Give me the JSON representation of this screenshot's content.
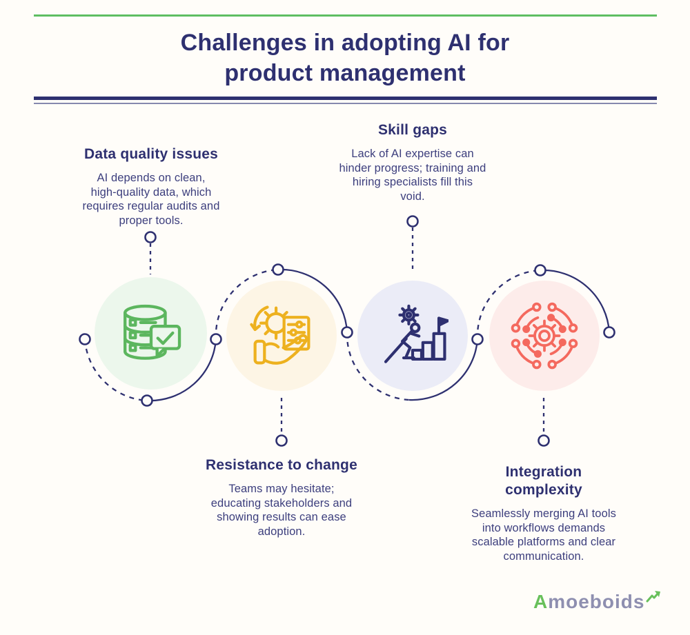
{
  "header": {
    "title_line1": "Challenges in adopting AI for",
    "title_line2": "product management"
  },
  "items": [
    {
      "id": "data-quality-issues",
      "heading_lines": [
        "Data quality issues"
      ],
      "body_lines": [
        "AI depends on clean,",
        "high-quality data, which",
        "requires regular audits and",
        "proper tools."
      ],
      "icon": "database-check-icon",
      "icon_color": "#5cb65e",
      "circle_bg": "#ecf7ec"
    },
    {
      "id": "resistance-to-change",
      "heading_lines": [
        "Resistance to change"
      ],
      "body_lines": [
        "Teams may hesitate;",
        "educating stakeholders and",
        "showing results can ease",
        "adoption."
      ],
      "icon": "hand-gear-sliders-icon",
      "icon_color": "#edb11f",
      "circle_bg": "#fdf5e5"
    },
    {
      "id": "skill-gaps",
      "heading_lines": [
        "Skill gaps"
      ],
      "body_lines": [
        "Lack of AI expertise can",
        "hinder progress; training and",
        "hiring specialists fill this",
        "void."
      ],
      "icon": "career-climb-gear-flag-icon",
      "icon_color": "#2e3070",
      "circle_bg": "#ebecf7"
    },
    {
      "id": "integration-complexity",
      "heading_lines": [
        "Integration",
        "complexity"
      ],
      "body_lines": [
        "Seamlessly merging AI tools",
        "into workflows demands",
        "scalable platforms and clear",
        "communication."
      ],
      "icon": "gear-network-icon",
      "icon_color": "#f4695e",
      "circle_bg": "#fdecea"
    }
  ],
  "colors": {
    "navy": "#2e3070",
    "green_accent": "#5ebe62",
    "rule_thin": "#8588ae",
    "node_fill": "#fffdf9",
    "background": "#fffdf9"
  },
  "footer": {
    "brand_name": "Amoeboids",
    "brand_prefix": "A",
    "brand_rest": "moeboids",
    "brand_color": "#8e8fb0",
    "brand_accent": "#68c05b"
  }
}
